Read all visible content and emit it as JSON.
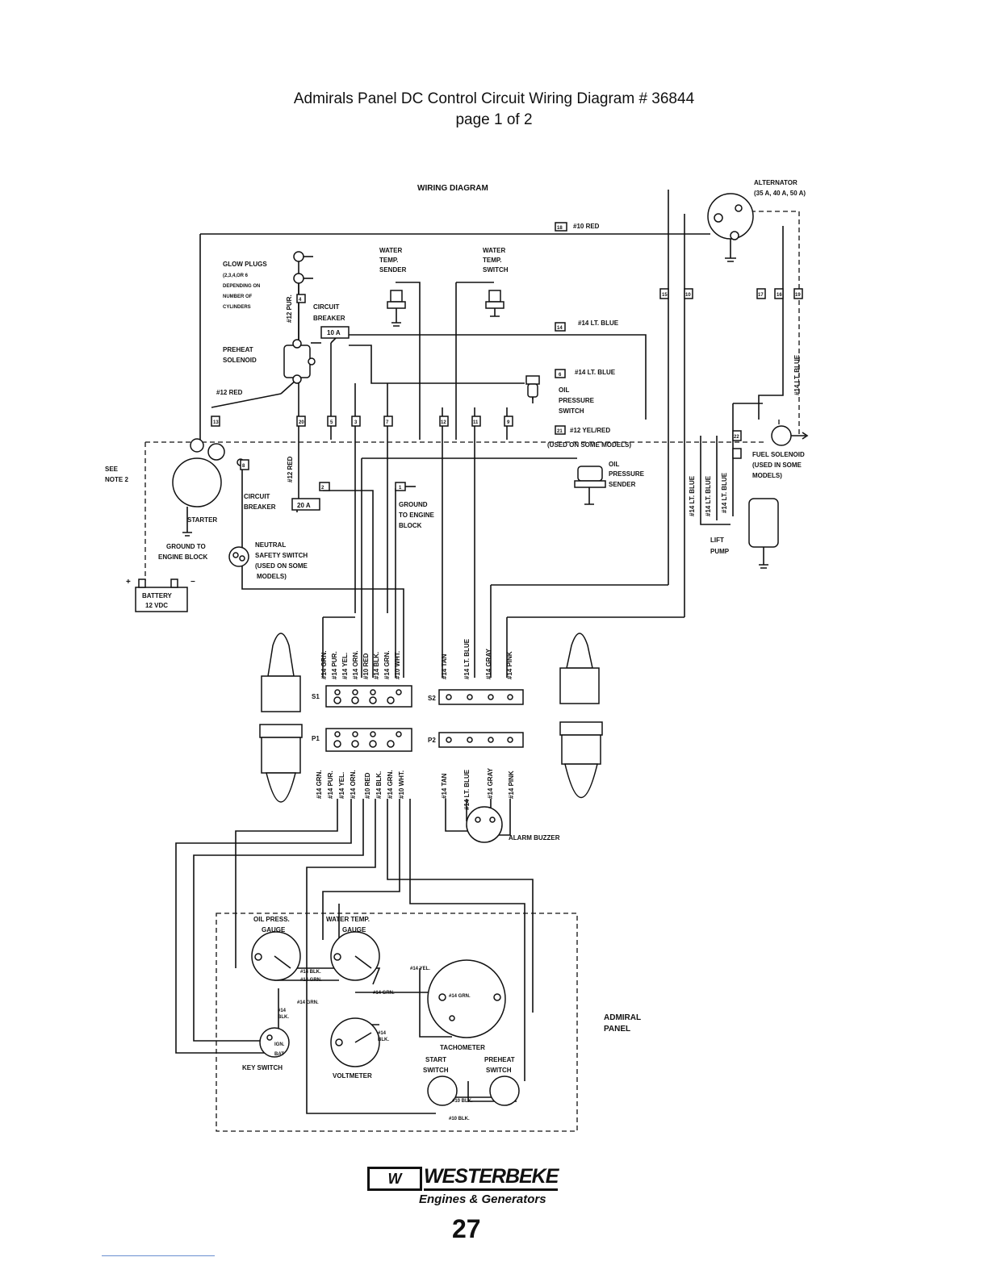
{
  "header": {
    "title": "Admirals Panel DC Control Circuit Wiring Diagram # 36844",
    "page": "page 1 of 2"
  },
  "diagram": {
    "heading": "WIRING DIAGRAM",
    "alternator": [
      "ALTERNATOR",
      "(35 A, 40 A, 50 A)"
    ],
    "glow_plugs": [
      "GLOW PLUGS",
      "(2,3,4,OR 6",
      "DEPENDING ON",
      "NUMBER OF",
      "CYLINDERS"
    ],
    "water_temp_sender": [
      "WATER",
      "TEMP.",
      "SENDER"
    ],
    "water_temp_switch": [
      "WATER",
      "TEMP.",
      "SWITCH"
    ],
    "circuit_breaker_10a": [
      "CIRCUIT",
      "BREAKER"
    ],
    "cb_10a_rating": "10 A",
    "preheat_solenoid": [
      "PREHEAT",
      "SOLENOID"
    ],
    "oil_pressure_switch": [
      "OIL",
      "PRESSURE",
      "SWITCH"
    ],
    "oil_pressure_sender": [
      "OIL",
      "PRESSURE",
      "SENDER"
    ],
    "see_note": [
      "SEE",
      "NOTE 2"
    ],
    "starter": "STARTER",
    "circuit_breaker_20a": [
      "CIRCUIT",
      "BREAKER"
    ],
    "cb_20a_rating": "20 A",
    "ground_engine_block_center": [
      "GROUND",
      "TO ENGINE",
      "BLOCK"
    ],
    "ground_engine_block_left": [
      "GROUND TO",
      "ENGINE BLOCK"
    ],
    "neutral_safety_switch": [
      "NEUTRAL",
      "SAFETY SWITCH",
      "(USED ON SOME",
      "MODELS)"
    ],
    "battery": [
      "BATTERY",
      "12 VDC"
    ],
    "fuel_solenoid": [
      "FUEL SOLENOID",
      "(USED IN SOME",
      "MODELS)"
    ],
    "lift_pump": [
      "LIFT",
      "PUMP"
    ],
    "wires": {
      "red10_top": "#10 RED",
      "ltblue14_a": "#14 LT. BLUE",
      "ltblue14_b": "#14 LT. BLUE",
      "yelred12": "#12 YEL/RED",
      "used_on_some": "(USED ON SOME MODELS)",
      "red12_left": "#12 RED",
      "pur12": "#12 PUR.",
      "red12_vert": "#12 RED",
      "ltblue14_right": "#14 LT. BLUE",
      "lift_wires": [
        "#14 LT. BLUE",
        "#14 LT. BLUE",
        "#14 LT. BLUE"
      ]
    },
    "wire_numbers": [
      "18",
      "14",
      "6",
      "15",
      "16",
      "17",
      "13",
      "5",
      "3",
      "12",
      "2",
      "11",
      "10",
      "9",
      "19",
      "21",
      "4",
      "7",
      "1",
      "20",
      "8",
      "22"
    ],
    "connector_s1_label": "S1",
    "connector_s2_label": "S2",
    "connector_p1_label": "P1",
    "connector_p2_label": "P2",
    "s1_wires": [
      "#14 GRN.",
      "#14 PUR.",
      "#14 YEL.",
      "#14 ORN.",
      "#10 RED",
      "#14 BLK.",
      "#14 GRN.",
      "#10 WHT."
    ],
    "s2_wires": [
      "#14 TAN",
      "#14 LT. BLUE",
      "#14 GRAY",
      "#14 PINK"
    ],
    "p1_wires": [
      "#14 GRN.",
      "#14 PUR.",
      "#14 YEL.",
      "#14 ORN.",
      "#10 RED",
      "#14 BLK.",
      "#14 GRN.",
      "#10 WHT."
    ],
    "p2_wires": [
      "#14 TAN",
      "#14 LT. BLUE",
      "#14 GRAY",
      "#14 PINK"
    ],
    "alarm_buzzer": "ALARM BUZZER",
    "panel": {
      "oil_press_gauge": [
        "OIL PRESS.",
        "GAUGE"
      ],
      "water_temp_gauge": [
        "WATER TEMP.",
        "GAUGE"
      ],
      "tachometer": "TACHOMETER",
      "start_switch": [
        "START",
        "SWITCH"
      ],
      "preheat_switch": [
        "PREHEAT",
        "SWITCH"
      ],
      "key_switch": "KEY SWITCH",
      "voltmeter": "VOLTMETER",
      "admiral_panel": [
        "ADMIRAL",
        "PANEL"
      ],
      "ign": "IGN.",
      "bat": "BAT",
      "wire_labels": [
        "#14 BLK.",
        "#14 GRN.",
        "#14 YEL.",
        "#14 GRN.",
        "#14 GRN.",
        "#14 GRN.",
        "#14",
        "BLK.",
        "#14",
        "BLK.",
        "#10 BLK.",
        "#10 BLK."
      ]
    }
  },
  "footer": {
    "brand": "WESTERBEKE",
    "tagline": "Engines & Generators",
    "page_number": "27"
  }
}
